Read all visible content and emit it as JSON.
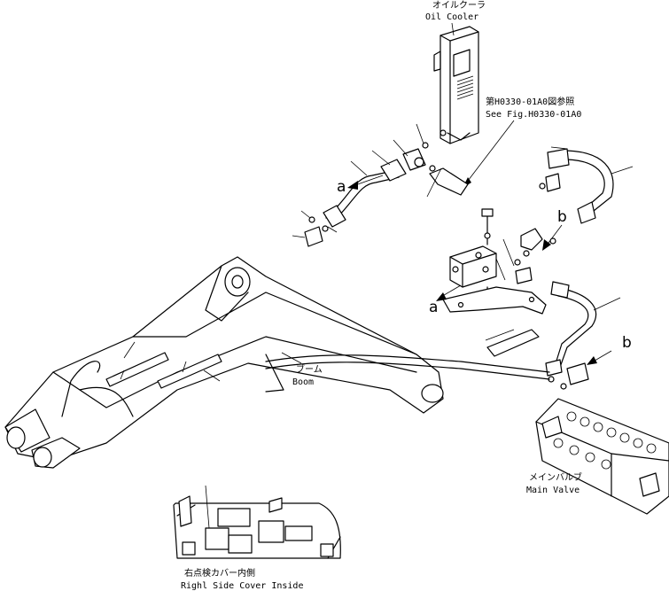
{
  "labels": {
    "oil_cooler_jp": "オイルクーラ",
    "oil_cooler_en": "Oil Cooler",
    "see_fig_jp": "第H0330-01A0図参照",
    "see_fig_en": "See Fig.H0330-01A0",
    "boom_jp": "ブーム",
    "boom_en": "Boom",
    "main_valve_jp": "メインバルブ",
    "main_valve_en": "Main Valve",
    "side_cover_jp": "右点検カバー内側",
    "side_cover_en": "Righl Side Cover Inside",
    "callout_a_1": "a",
    "callout_a_2": "a",
    "callout_b_1": "b",
    "callout_b_2": "b"
  }
}
